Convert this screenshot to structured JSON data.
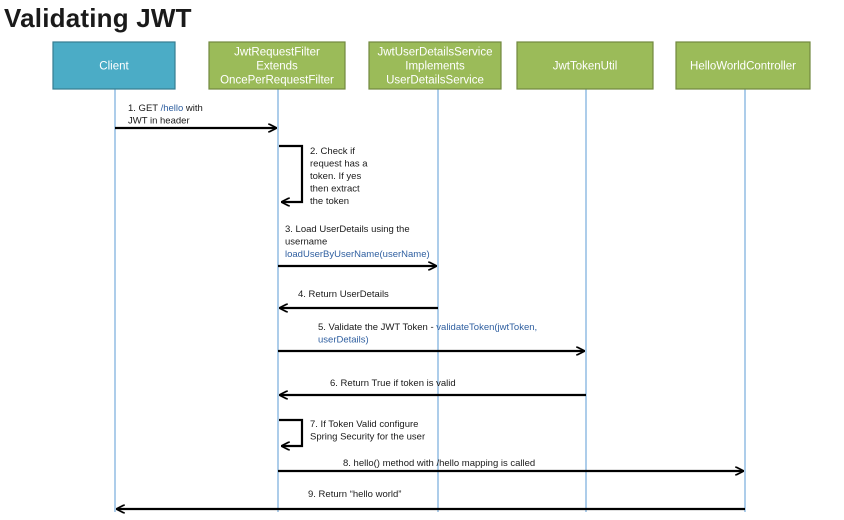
{
  "title": "Validating JWT",
  "colors": {
    "client_fill": "#4bacc6",
    "client_stroke": "#357d91",
    "component_fill": "#9bbb59",
    "component_stroke": "#71893f",
    "lifeline": "#5b9bd5",
    "arrow": "#000000",
    "code_text": "#2f5fa0"
  },
  "participants": [
    {
      "id": "client",
      "lines": [
        "Client"
      ]
    },
    {
      "id": "filter",
      "lines": [
        "JwtRequestFilter",
        "Extends",
        "OncePerRequestFilter"
      ]
    },
    {
      "id": "uds",
      "lines": [
        "JwtUserDetailsService",
        "Implements",
        "UserDetailsService"
      ]
    },
    {
      "id": "util",
      "lines": [
        "JwtTokenUtil"
      ]
    },
    {
      "id": "controller",
      "lines": [
        "HelloWorldController"
      ]
    }
  ],
  "messages": [
    {
      "step": 1,
      "from": "client",
      "to": "filter",
      "lines": [
        [
          {
            "t": "1.   GET "
          },
          {
            "t": "/hello",
            "code": true
          },
          {
            "t": " with"
          }
        ],
        [
          {
            "t": "JWT in header"
          }
        ]
      ]
    },
    {
      "step": 2,
      "from": "filter",
      "to": "filter",
      "lines": [
        [
          {
            "t": "2. Check if"
          }
        ],
        [
          {
            "t": "request has a"
          }
        ],
        [
          {
            "t": "token. If yes"
          }
        ],
        [
          {
            "t": "then extract"
          }
        ],
        [
          {
            "t": "the token"
          }
        ]
      ]
    },
    {
      "step": 3,
      "from": "filter",
      "to": "uds",
      "lines": [
        [
          {
            "t": "3.  Load  UserDetails using the"
          }
        ],
        [
          {
            "t": "username"
          }
        ],
        [
          {
            "t": "loadUserByUserName(userName)",
            "code": true
          }
        ]
      ]
    },
    {
      "step": 4,
      "from": "uds",
      "to": "filter",
      "lines": [
        [
          {
            "t": "4. Return UserDetails"
          }
        ]
      ]
    },
    {
      "step": 5,
      "from": "filter",
      "to": "util",
      "lines": [
        [
          {
            "t": "5. Validate the JWT Token  - "
          },
          {
            "t": "validateToken(jwtToken,",
            "code": true
          }
        ],
        [
          {
            "t": "userDetails)",
            "code": true
          }
        ]
      ]
    },
    {
      "step": 6,
      "from": "util",
      "to": "filter",
      "lines": [
        [
          {
            "t": "6. Return True if token is valid"
          }
        ]
      ]
    },
    {
      "step": 7,
      "from": "filter",
      "to": "filter",
      "lines": [
        [
          {
            "t": "7. If Token Valid configure"
          }
        ],
        [
          {
            "t": "Spring Security for the user"
          }
        ]
      ]
    },
    {
      "step": 8,
      "from": "filter",
      "to": "controller",
      "lines": [
        [
          {
            "t": "8. hello()  method with /hello mapping is called"
          }
        ]
      ]
    },
    {
      "step": 9,
      "from": "controller",
      "to": "client",
      "lines": [
        [
          {
            "t": "9. Return “hello world”"
          }
        ]
      ]
    }
  ]
}
